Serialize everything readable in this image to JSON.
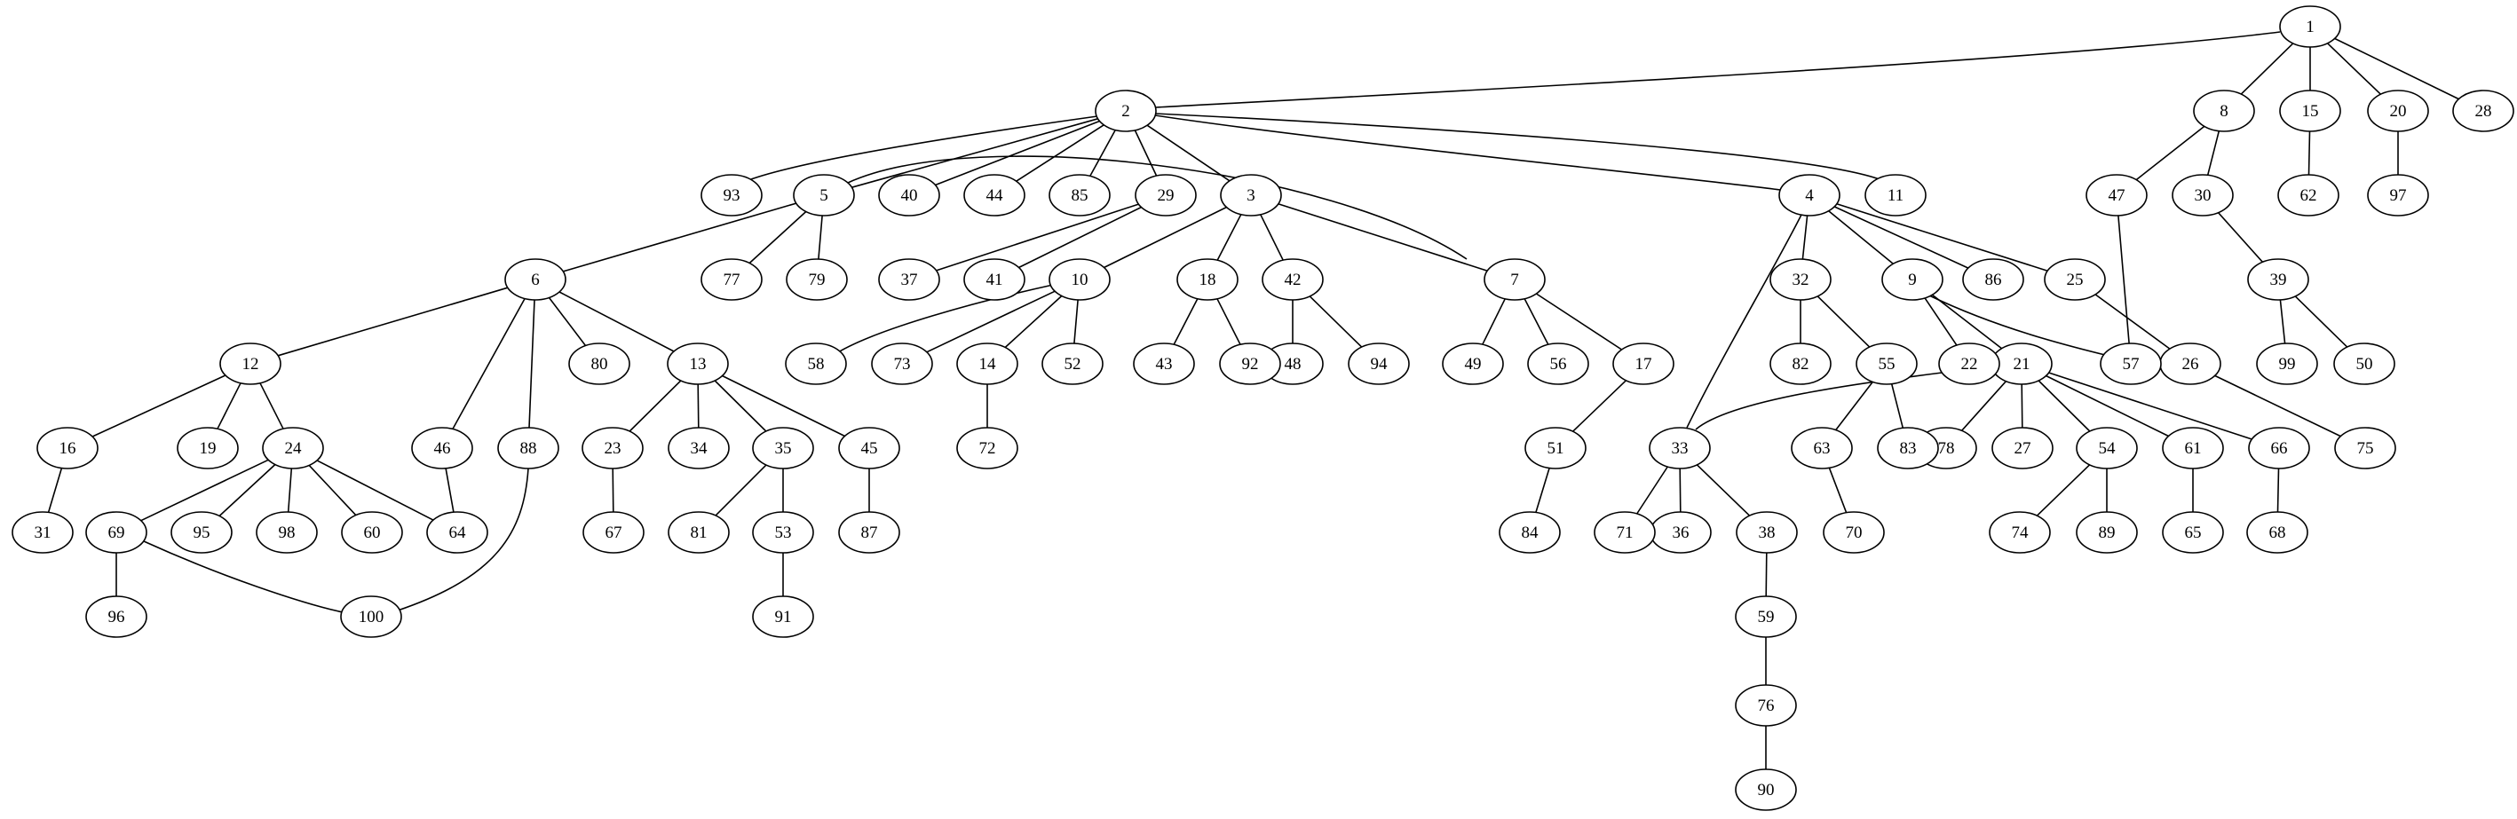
{
  "graph": {
    "type": "undirected-graph",
    "node_color": "#ffffff",
    "stroke_color": "#000000",
    "nodes": [
      "1",
      "2",
      "3",
      "4",
      "5",
      "6",
      "7",
      "8",
      "9",
      "10",
      "11",
      "12",
      "13",
      "14",
      "15",
      "16",
      "17",
      "18",
      "19",
      "20",
      "21",
      "22",
      "23",
      "24",
      "25",
      "26",
      "27",
      "28",
      "29",
      "30",
      "31",
      "32",
      "33",
      "34",
      "35",
      "36",
      "37",
      "38",
      "39",
      "40",
      "41",
      "42",
      "43",
      "44",
      "45",
      "46",
      "47",
      "48",
      "49",
      "50",
      "51",
      "52",
      "53",
      "54",
      "55",
      "56",
      "57",
      "58",
      "59",
      "60",
      "61",
      "62",
      "63",
      "64",
      "65",
      "66",
      "67",
      "68",
      "69",
      "70",
      "71",
      "72",
      "73",
      "74",
      "75",
      "76",
      "77",
      "78",
      "79",
      "80",
      "81",
      "82",
      "83",
      "84",
      "85",
      "86",
      "87",
      "88",
      "89",
      "90",
      "91",
      "92",
      "93",
      "94",
      "95",
      "96",
      "97",
      "98",
      "99",
      "100"
    ],
    "edges": [
      [
        "1",
        "2"
      ],
      [
        "1",
        "8"
      ],
      [
        "1",
        "15"
      ],
      [
        "1",
        "20"
      ],
      [
        "1",
        "28"
      ],
      [
        "2",
        "93"
      ],
      [
        "2",
        "5"
      ],
      [
        "2",
        "40"
      ],
      [
        "2",
        "44"
      ],
      [
        "2",
        "85"
      ],
      [
        "2",
        "29"
      ],
      [
        "2",
        "3"
      ],
      [
        "2",
        "4"
      ],
      [
        "2",
        "11"
      ],
      [
        "8",
        "47"
      ],
      [
        "8",
        "30"
      ],
      [
        "15",
        "62"
      ],
      [
        "20",
        "97"
      ],
      [
        "5",
        "6"
      ],
      [
        "5",
        "77"
      ],
      [
        "5",
        "79"
      ],
      [
        "5",
        "49"
      ],
      [
        "29",
        "37"
      ],
      [
        "29",
        "41"
      ],
      [
        "3",
        "10"
      ],
      [
        "3",
        "18"
      ],
      [
        "3",
        "42"
      ],
      [
        "3",
        "7"
      ],
      [
        "4",
        "33"
      ],
      [
        "4",
        "32"
      ],
      [
        "4",
        "9"
      ],
      [
        "4",
        "86"
      ],
      [
        "4",
        "25"
      ],
      [
        "47",
        "57"
      ],
      [
        "30",
        "39"
      ],
      [
        "6",
        "12"
      ],
      [
        "6",
        "46"
      ],
      [
        "6",
        "88"
      ],
      [
        "6",
        "80"
      ],
      [
        "6",
        "13"
      ],
      [
        "10",
        "58"
      ],
      [
        "10",
        "73"
      ],
      [
        "10",
        "14"
      ],
      [
        "10",
        "52"
      ],
      [
        "18",
        "43"
      ],
      [
        "18",
        "92"
      ],
      [
        "42",
        "48"
      ],
      [
        "42",
        "94"
      ],
      [
        "7",
        "49"
      ],
      [
        "7",
        "56"
      ],
      [
        "7",
        "17"
      ],
      [
        "32",
        "82"
      ],
      [
        "32",
        "55"
      ],
      [
        "9",
        "22"
      ],
      [
        "9",
        "21"
      ],
      [
        "9",
        "57"
      ],
      [
        "25",
        "26"
      ],
      [
        "39",
        "99"
      ],
      [
        "39",
        "50"
      ],
      [
        "12",
        "16"
      ],
      [
        "12",
        "19"
      ],
      [
        "12",
        "24"
      ],
      [
        "46",
        "64"
      ],
      [
        "88",
        "100"
      ],
      [
        "13",
        "23"
      ],
      [
        "13",
        "34"
      ],
      [
        "13",
        "35"
      ],
      [
        "13",
        "45"
      ],
      [
        "14",
        "72"
      ],
      [
        "17",
        "51"
      ],
      [
        "55",
        "63"
      ],
      [
        "55",
        "83"
      ],
      [
        "21",
        "33"
      ],
      [
        "21",
        "78"
      ],
      [
        "21",
        "27"
      ],
      [
        "21",
        "54"
      ],
      [
        "21",
        "61"
      ],
      [
        "21",
        "66"
      ],
      [
        "26",
        "75"
      ],
      [
        "16",
        "31"
      ],
      [
        "24",
        "69"
      ],
      [
        "24",
        "95"
      ],
      [
        "24",
        "98"
      ],
      [
        "24",
        "60"
      ],
      [
        "24",
        "64"
      ],
      [
        "23",
        "67"
      ],
      [
        "35",
        "81"
      ],
      [
        "35",
        "53"
      ],
      [
        "45",
        "87"
      ],
      [
        "51",
        "84"
      ],
      [
        "33",
        "71"
      ],
      [
        "33",
        "36"
      ],
      [
        "33",
        "38"
      ],
      [
        "63",
        "70"
      ],
      [
        "54",
        "74"
      ],
      [
        "54",
        "89"
      ],
      [
        "61",
        "65"
      ],
      [
        "66",
        "68"
      ],
      [
        "69",
        "96"
      ],
      [
        "69",
        "100"
      ],
      [
        "53",
        "91"
      ],
      [
        "38",
        "59"
      ],
      [
        "59",
        "76"
      ],
      [
        "76",
        "90"
      ]
    ]
  }
}
